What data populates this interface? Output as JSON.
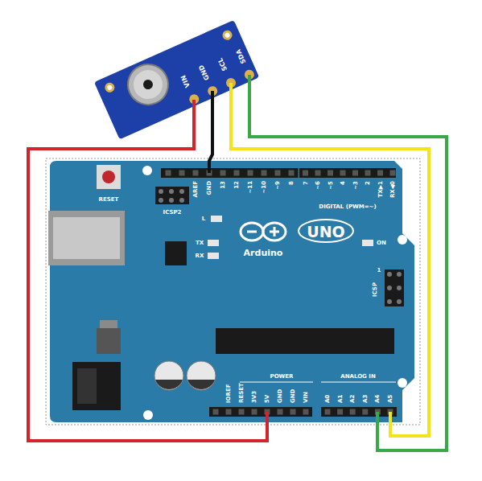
{
  "diagram": {
    "labels": [
      "VIN",
      "GND",
      "SCL",
      "SDA",
      "RESET",
      "ICSP2",
      "AREF",
      "GND",
      "13",
      "12",
      "~11",
      "~10",
      "~9",
      "8",
      "7",
      "~6",
      "~5",
      "4",
      "~3",
      "2",
      "TX▶1",
      "RX◀0",
      "DIGITAL (PWM=~)",
      "L",
      "TX",
      "RX",
      "UNO",
      "Arduino",
      "ON",
      "ICSP",
      "1",
      "IOREF",
      "RESET",
      "3V3",
      "5V",
      "GND",
      "GND",
      "VIN",
      "POWER",
      "ANALOG IN",
      "A0",
      "A1",
      "A2",
      "A3",
      "A4",
      "A5"
    ]
  }
}
